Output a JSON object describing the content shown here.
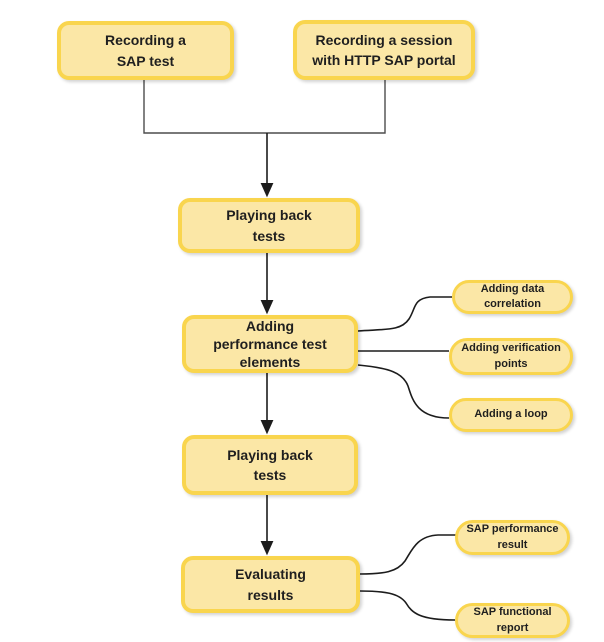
{
  "diagram": {
    "type": "flowchart",
    "colors": {
      "node_fill": "#fbe7a6",
      "node_border": "#f9d54e",
      "text": "#1f1f1f",
      "elbow_line": "#4d4d4d",
      "connector_line": "#1c1c1c",
      "background": "#ffffff"
    },
    "nodes": {
      "recording_sap_test": {
        "label": "Recording a\nSAP test"
      },
      "recording_session_http": {
        "label": "Recording a session\nwith HTTP SAP portal"
      },
      "playing_back_tests_1": {
        "label": "Playing back\ntests"
      },
      "adding_performance_elements": {
        "label": "Adding\nperformance test\nelements"
      },
      "playing_back_tests_2": {
        "label": "Playing back\ntests"
      },
      "evaluating_results": {
        "label": "Evaluating\nresults"
      },
      "adding_data_correlation": {
        "label": "Adding data\ncorrelation"
      },
      "adding_verification_points": {
        "label": "Adding verification\npoints"
      },
      "adding_a_loop": {
        "label": "Adding a loop"
      },
      "sap_performance_result": {
        "label": "SAP performance\nresult"
      },
      "sap_functional_report": {
        "label": "SAP functional\nreport"
      }
    }
  }
}
